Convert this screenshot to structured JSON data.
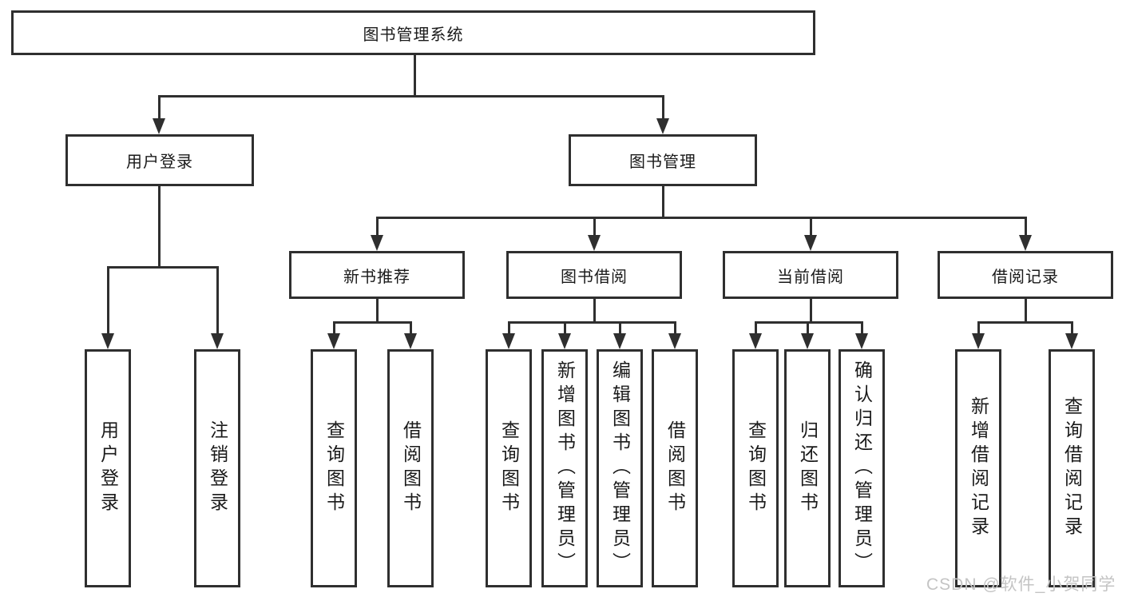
{
  "colors": {
    "line": "#2f2f2f",
    "text": "#1a1a1a",
    "background": "#ffffff",
    "watermark_text_color": "#c4c4c4"
  },
  "watermark": {
    "text": "CSDN @软件_小贺同学"
  },
  "tree": {
    "root": {
      "label": "图书管理系统",
      "children": [
        {
          "label": "用户登录",
          "children": [
            {
              "label": "用户登录"
            },
            {
              "label": "注销登录"
            }
          ]
        },
        {
          "label": "图书管理",
          "children": [
            {
              "label": "新书推荐",
              "children": [
                {
                  "label": "查询图书"
                },
                {
                  "label": "借阅图书"
                }
              ]
            },
            {
              "label": "图书借阅",
              "children": [
                {
                  "label": "查询图书"
                },
                {
                  "label": "新增图书（管理员）"
                },
                {
                  "label": "编辑图书（管理员）"
                },
                {
                  "label": "借阅图书"
                }
              ]
            },
            {
              "label": "当前借阅",
              "children": [
                {
                  "label": "查询图书"
                },
                {
                  "label": "归还图书"
                },
                {
                  "label": "确认归还（管理员）"
                }
              ]
            },
            {
              "label": "借阅记录",
              "children": [
                {
                  "label": "新增借阅记录"
                },
                {
                  "label": "查询借阅记录"
                }
              ]
            }
          ]
        }
      ]
    }
  }
}
